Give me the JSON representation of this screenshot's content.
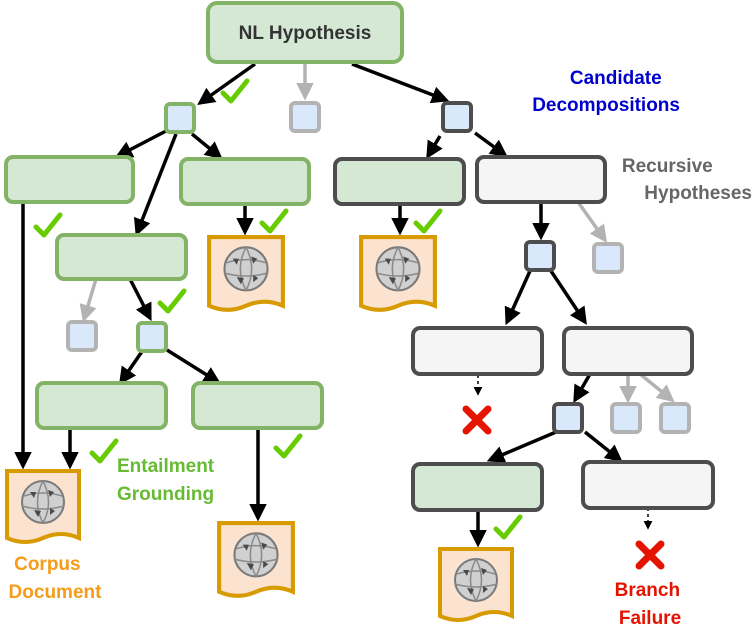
{
  "root": {
    "label": "NL Hypothesis"
  },
  "labels": {
    "candidate": [
      "Candidate",
      "Decompositions"
    ],
    "recursive": [
      "Recursive",
      "Hypotheses"
    ],
    "entailment": [
      "Entailment",
      "Grounding"
    ],
    "corpus": [
      "Corpus",
      "Document"
    ],
    "branch": [
      "Branch",
      "Failure"
    ]
  },
  "colors": {
    "green_fill": "#d5e8d4",
    "green_stroke": "#82b366",
    "gray_fill": "#f5f5f5",
    "dark_stroke": "#4d4d4d",
    "blue_fill": "#dae8fc",
    "faded_stroke": "#b3b3b3",
    "doc_fill": "#fbe3cf",
    "doc_stroke": "#d79b00",
    "check": "#66cc00",
    "fail": "#e51400",
    "candidate_text": "#0000cc",
    "recursive_text": "#666666",
    "entailment_text": "#66bb33",
    "corpus_text": "#f59c1a",
    "branch_text": "#e51400"
  },
  "icons": [
    "check-icon",
    "x-mark-icon",
    "wikipedia-globe-icon"
  ]
}
